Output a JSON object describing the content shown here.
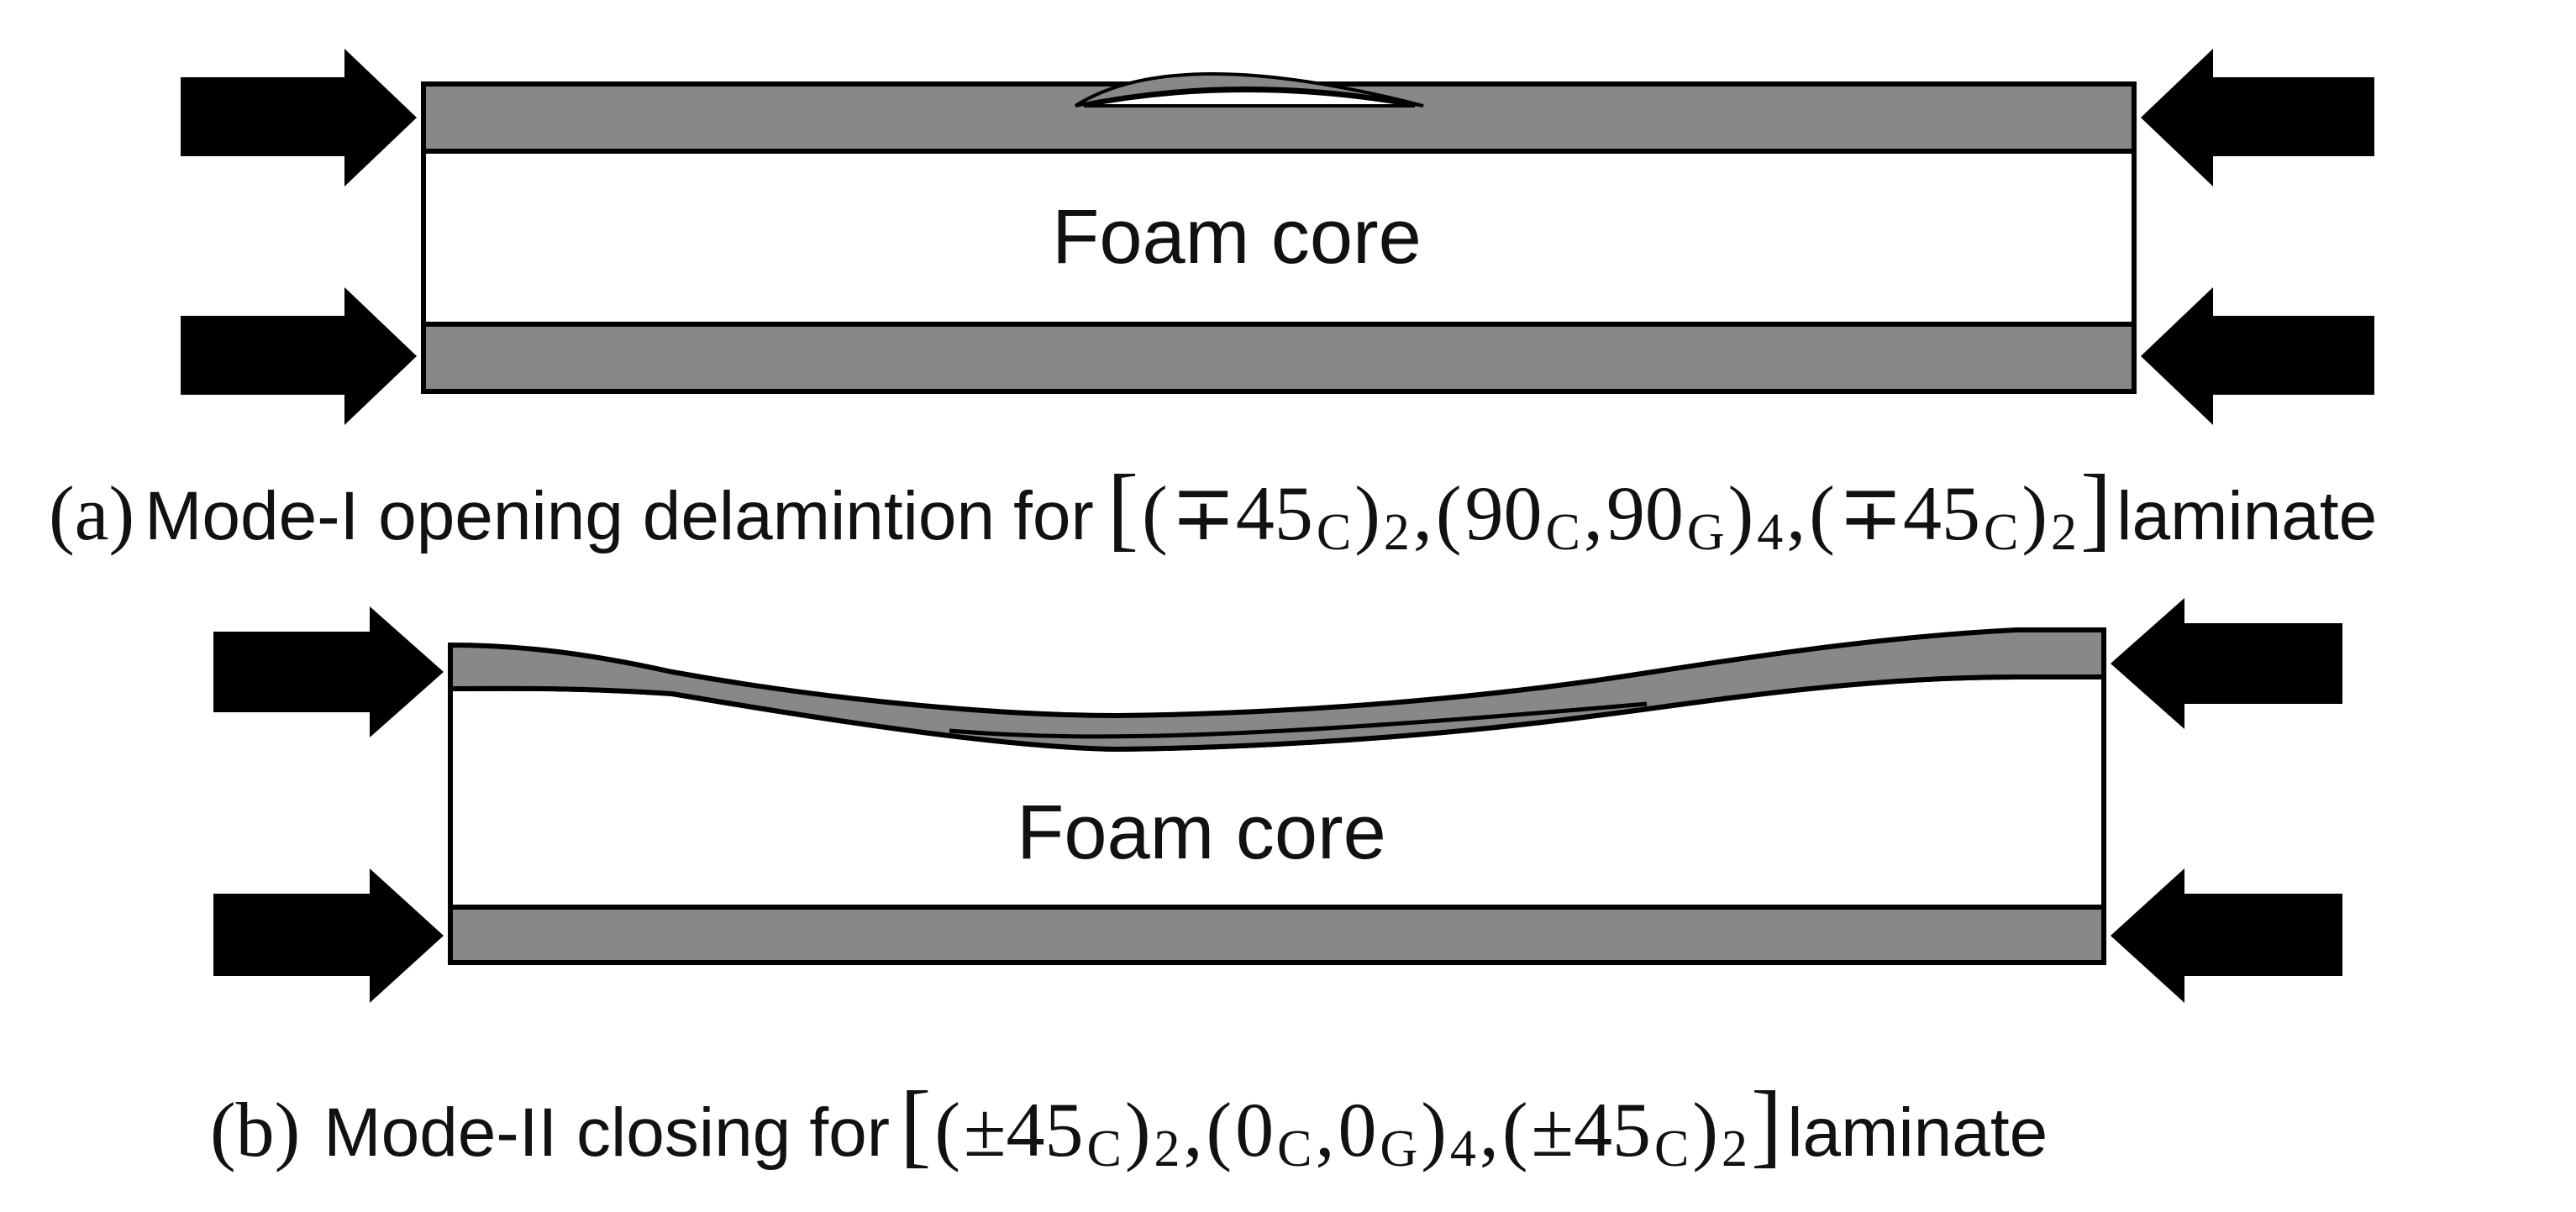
{
  "panel_a": {
    "core_label": "Foam core",
    "caption": {
      "prefix": "(a)",
      "description": "Mode-I opening delamintion",
      "for": "for",
      "layup": {
        "open": "[",
        "g1_open": "(",
        "g1_sign": "∓45",
        "g1_sub": "C",
        "g1_close": ")",
        "g1_rep": "2",
        "sep1": ",",
        "g2_open": "(",
        "g2_a": "90",
        "g2_a_sub": "C",
        "g2_sep": ",",
        "g2_b": "90",
        "g2_b_sub": "G",
        "g2_close": ")",
        "g2_rep": "4",
        "sep2": ",",
        "g3_open": "(",
        "g3_sign": "∓45",
        "g3_sub": "C",
        "g3_close": ")",
        "g3_rep": "2",
        "close": "]"
      },
      "suffix": "laminate"
    }
  },
  "panel_b": {
    "core_label": "Foam core",
    "caption": {
      "prefix": "(b)",
      "description": "Mode-II closing",
      "for": "for",
      "layup": {
        "open": "[",
        "g1_open": "(",
        "g1_sign": "±45",
        "g1_sub": "C",
        "g1_close": ")",
        "g1_rep": "2",
        "sep1": ",",
        "g2_open": "(",
        "g2_a": "0",
        "g2_a_sub": "C",
        "g2_sep": ",",
        "g2_b": "0",
        "g2_b_sub": "G",
        "g2_close": ")",
        "g2_rep": "4",
        "sep2": ",",
        "g3_open": "(",
        "g3_sign": "±45",
        "g3_sub": "C",
        "g3_close": ")",
        "g3_rep": "2",
        "close": "]"
      },
      "suffix": "laminate"
    }
  },
  "colors": {
    "face_sheet": "#888888",
    "outline": "#000000",
    "core": "#ffffff",
    "arrow": "#000000"
  }
}
